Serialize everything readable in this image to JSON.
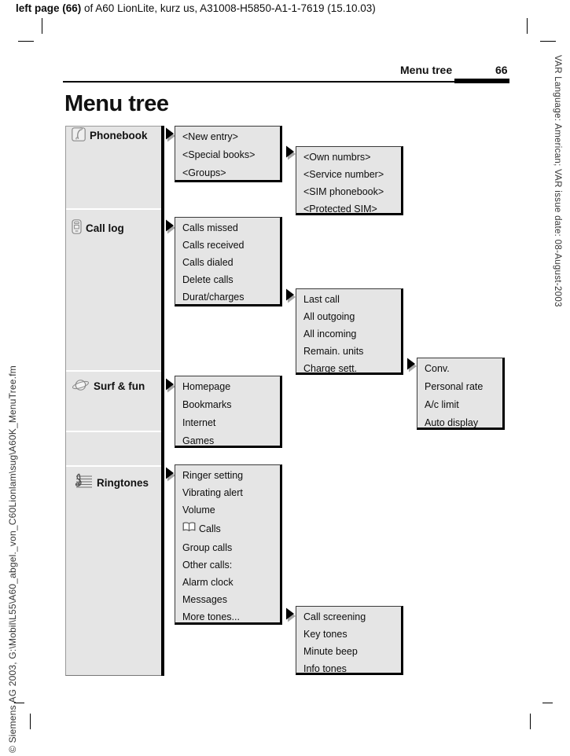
{
  "page": {
    "top_note": {
      "bold": "left page (66)",
      "rest": " of A60 LionLite, kurz us, A31008-H5850-A1-1-7619 (15.10.03)"
    },
    "header": {
      "title": "Menu tree",
      "page_number": "66"
    },
    "title": "Menu tree",
    "side_left": "© Siemens AG 2003, G:\\Mobil\\L55\\A60_abgel._von_C60Lionlam\\sug\\A60K_MenuTree.fm",
    "side_right": "VAR Language: American; VAR issue date: 08-August-2003"
  },
  "menu": {
    "sections": [
      {
        "label": "Phonebook",
        "icon": "phone-handset-icon"
      },
      {
        "label": "Call log",
        "icon": "mobile-phone-icon"
      },
      {
        "label": "Surf & fun",
        "icon": "planet-globe-icon"
      },
      {
        "label": "Ringtones",
        "icon": "music-staff-icon"
      }
    ],
    "boxes": {
      "phonebook": [
        "<New entry>",
        "<Special books>",
        "<Groups>"
      ],
      "special_books": [
        "<Own numbrs>",
        "<Service number>",
        "<SIM phonebook>",
        "<Protected SIM>"
      ],
      "call_log": [
        "Calls missed",
        "Calls received",
        "Calls dialed",
        "Delete calls",
        "Durat/charges"
      ],
      "durat_charges": [
        "Last call",
        "All outgoing",
        "All incoming",
        "Remain. units",
        "Charge sett."
      ],
      "charge_sett": [
        "Conv.",
        "Personal rate",
        "A/c limit",
        "Auto display"
      ],
      "surf_fun": [
        "Homepage",
        "Bookmarks",
        "Internet",
        "Games"
      ],
      "ringtones": [
        "Ringer setting",
        "Vibrating alert",
        "Volume",
        "Calls",
        "Group calls",
        "Other calls:",
        "Alarm clock",
        "Messages",
        "More tones..."
      ],
      "more_tones": [
        "Call screening",
        "Key tones",
        "Minute beep",
        "Info tones"
      ]
    },
    "calls_item_icon": "open-book-icon"
  },
  "colors": {
    "box_fill": "#e5e5e5",
    "border_black": "#000000",
    "arrow_shadow": "#a6a6a6",
    "icon_gray": "#8a8a8a"
  }
}
